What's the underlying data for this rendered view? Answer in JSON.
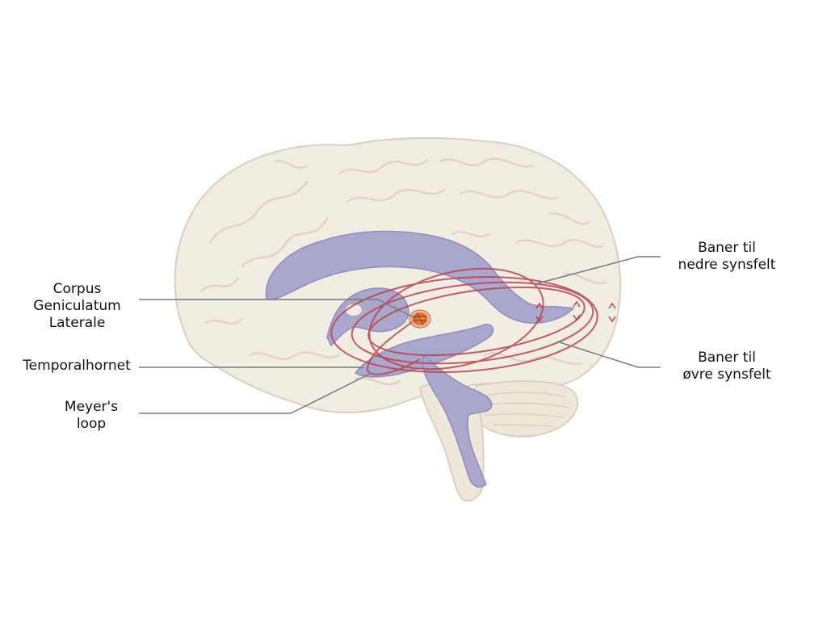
{
  "labels": {
    "corpus": {
      "line1": "Corpus",
      "line2": "Geniculatum",
      "line3": "Laterale"
    },
    "temporal": "Temporalhornet",
    "meyer": {
      "line1": "Meyer's",
      "line2": "loop"
    },
    "lower": {
      "line1": "Baner til",
      "line2": "nedre synsfelt"
    },
    "upper": {
      "line1": "Baner til",
      "line2": "øvre synsfelt"
    }
  },
  "colors": {
    "background": "#ffffff",
    "brain_fill": "#f2ede2",
    "brain_stroke": "#d8d0bf",
    "ventricle_fill": "#a9a7cc",
    "ventricle_stroke": "#8f8cba",
    "radiation": "#b8434f",
    "nucleus": "#e2632a",
    "leader": "#7a7a7a",
    "text": "#111111"
  }
}
